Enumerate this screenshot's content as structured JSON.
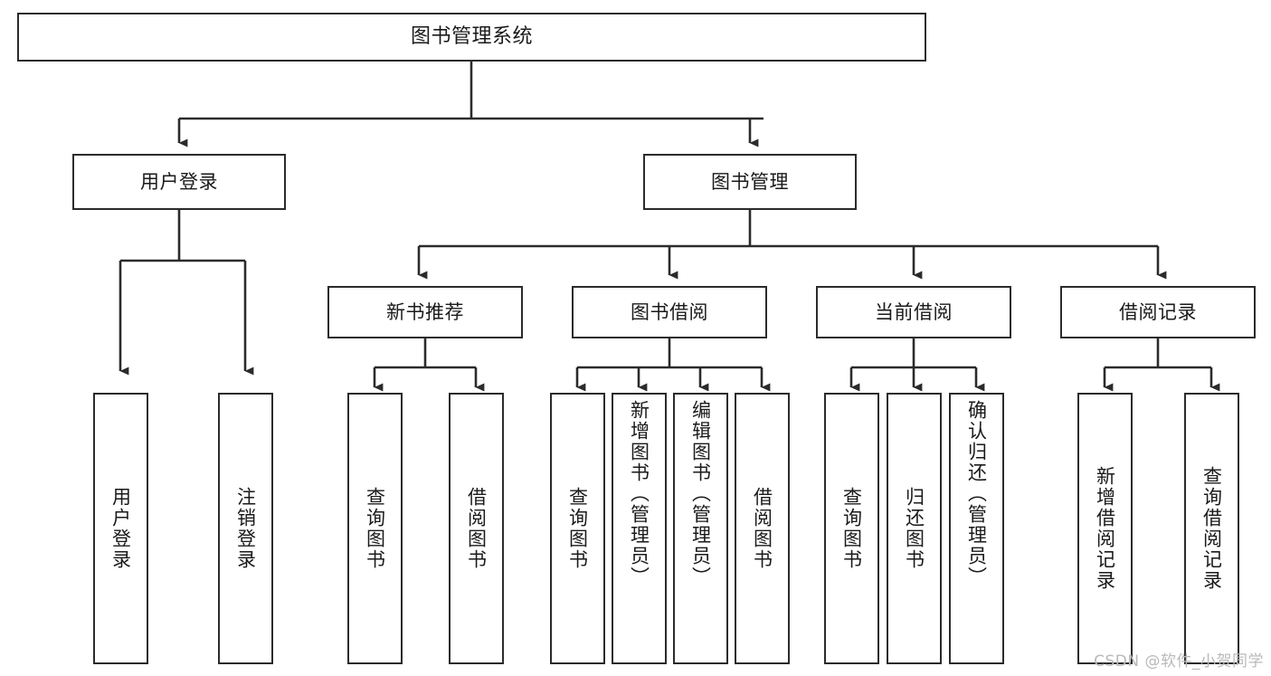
{
  "diagram": {
    "title": "图书管理系统",
    "type": "tree",
    "watermark": "CSDN @软件_小贺同学",
    "colors": {
      "border": "#2b2b2b",
      "fill": "#ffffff",
      "edge": "#2b2b2b",
      "text": "#1a1a1a",
      "watermark": "#b9b9b9"
    },
    "nodes": {
      "root": {
        "label": "图书管理系统"
      },
      "level1": [
        {
          "id": "user-login",
          "label": "用户登录"
        },
        {
          "id": "book-management",
          "label": "图书管理"
        }
      ],
      "level2": [
        {
          "id": "new-book-recommend",
          "label": "新书推荐"
        },
        {
          "id": "book-borrow",
          "label": "图书借阅"
        },
        {
          "id": "current-borrow",
          "label": "当前借阅"
        },
        {
          "id": "borrow-record",
          "label": "借阅记录"
        }
      ],
      "leaves": {
        "user-login": [
          {
            "id": "leaf-user-login",
            "label": "用户登录"
          },
          {
            "id": "leaf-logout-login",
            "label": "注销登录"
          }
        ],
        "new-book-recommend": [
          {
            "id": "leaf-query-book-1",
            "label": "查询图书"
          },
          {
            "id": "leaf-borrow-book-1",
            "label": "借阅图书"
          }
        ],
        "book-borrow": [
          {
            "id": "leaf-query-book-2",
            "label": "查询图书"
          },
          {
            "id": "leaf-add-book",
            "label": "新增图书（管理员）"
          },
          {
            "id": "leaf-edit-book",
            "label": "编辑图书（管理员）"
          },
          {
            "id": "leaf-borrow-book-2",
            "label": "借阅图书"
          }
        ],
        "current-borrow": [
          {
            "id": "leaf-query-book-3",
            "label": "查询图书"
          },
          {
            "id": "leaf-return-book",
            "label": "归还图书"
          },
          {
            "id": "leaf-confirm-return",
            "label": "确认归还（管理员）"
          }
        ],
        "borrow-record": [
          {
            "id": "leaf-add-record",
            "label": "新增借阅记录"
          },
          {
            "id": "leaf-query-record",
            "label": "查询借阅记录"
          }
        ]
      }
    }
  }
}
